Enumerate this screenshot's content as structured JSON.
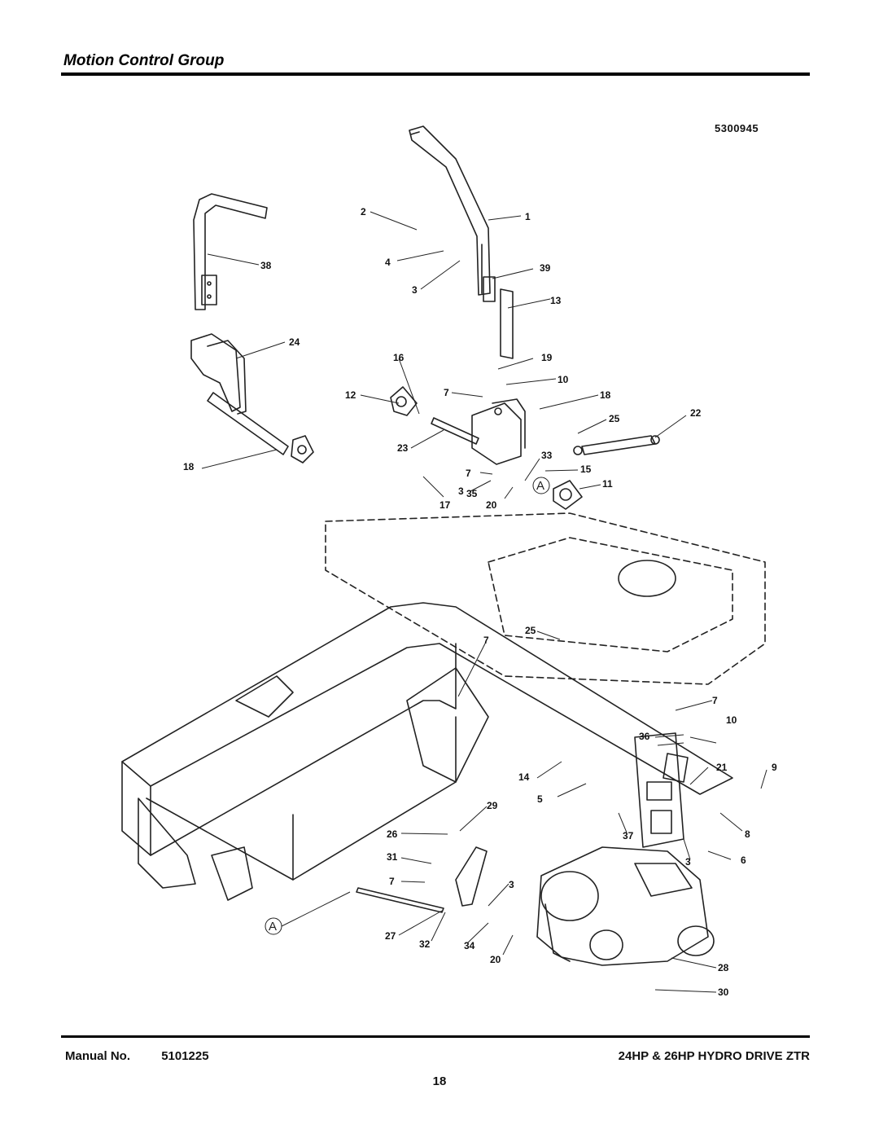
{
  "header": {
    "title": "Motion Control Group",
    "drawing_number": "5300945"
  },
  "diagram": {
    "callouts": [
      "1",
      "2",
      "4",
      "3",
      "38",
      "39",
      "13",
      "24",
      "16",
      "19",
      "10",
      "7",
      "18",
      "12",
      "25",
      "22",
      "23",
      "33",
      "15",
      "11",
      "35",
      "20",
      "17",
      "29",
      "26",
      "31",
      "27",
      "32",
      "34",
      "28",
      "30",
      "36",
      "21",
      "9",
      "14",
      "5",
      "37",
      "8",
      "6"
    ],
    "reference_letter": "A"
  },
  "footer": {
    "manual_label": "Manual No.",
    "manual_number": "5101225",
    "product": "24HP & 26HP HYDRO DRIVE ZTR",
    "page_number": "18"
  }
}
